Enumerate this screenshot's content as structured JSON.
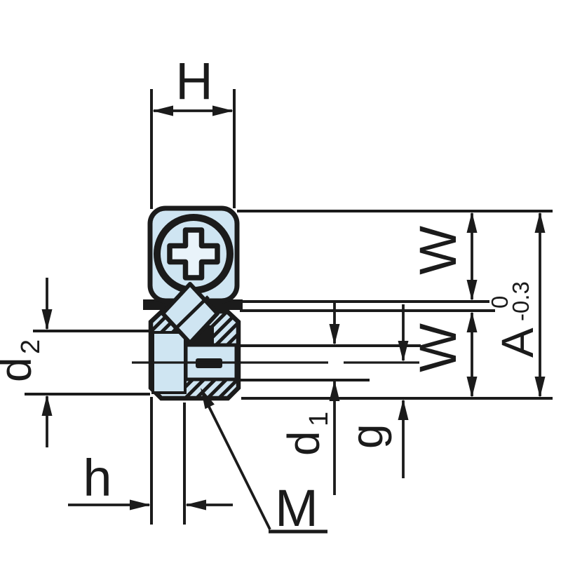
{
  "figure": {
    "kind": "engineering-section-drawing",
    "subject": "captive-clamping-screw-cross-section",
    "labels": {
      "H": "H",
      "W_top": "W",
      "W_bottom": "W",
      "A": "A",
      "A_tol_upper": "0",
      "A_tol_lower": "-0.3",
      "d2_base": "d",
      "d2_sub": "2",
      "d1_base": "d",
      "d1_sub": "1",
      "g": "g",
      "h": "h",
      "M": "M"
    },
    "colors": {
      "line": "#1b1b1b",
      "fill_blue": "#cfe5f2",
      "fill_blue_light": "#e9f3fa",
      "background": "#ffffff"
    }
  }
}
